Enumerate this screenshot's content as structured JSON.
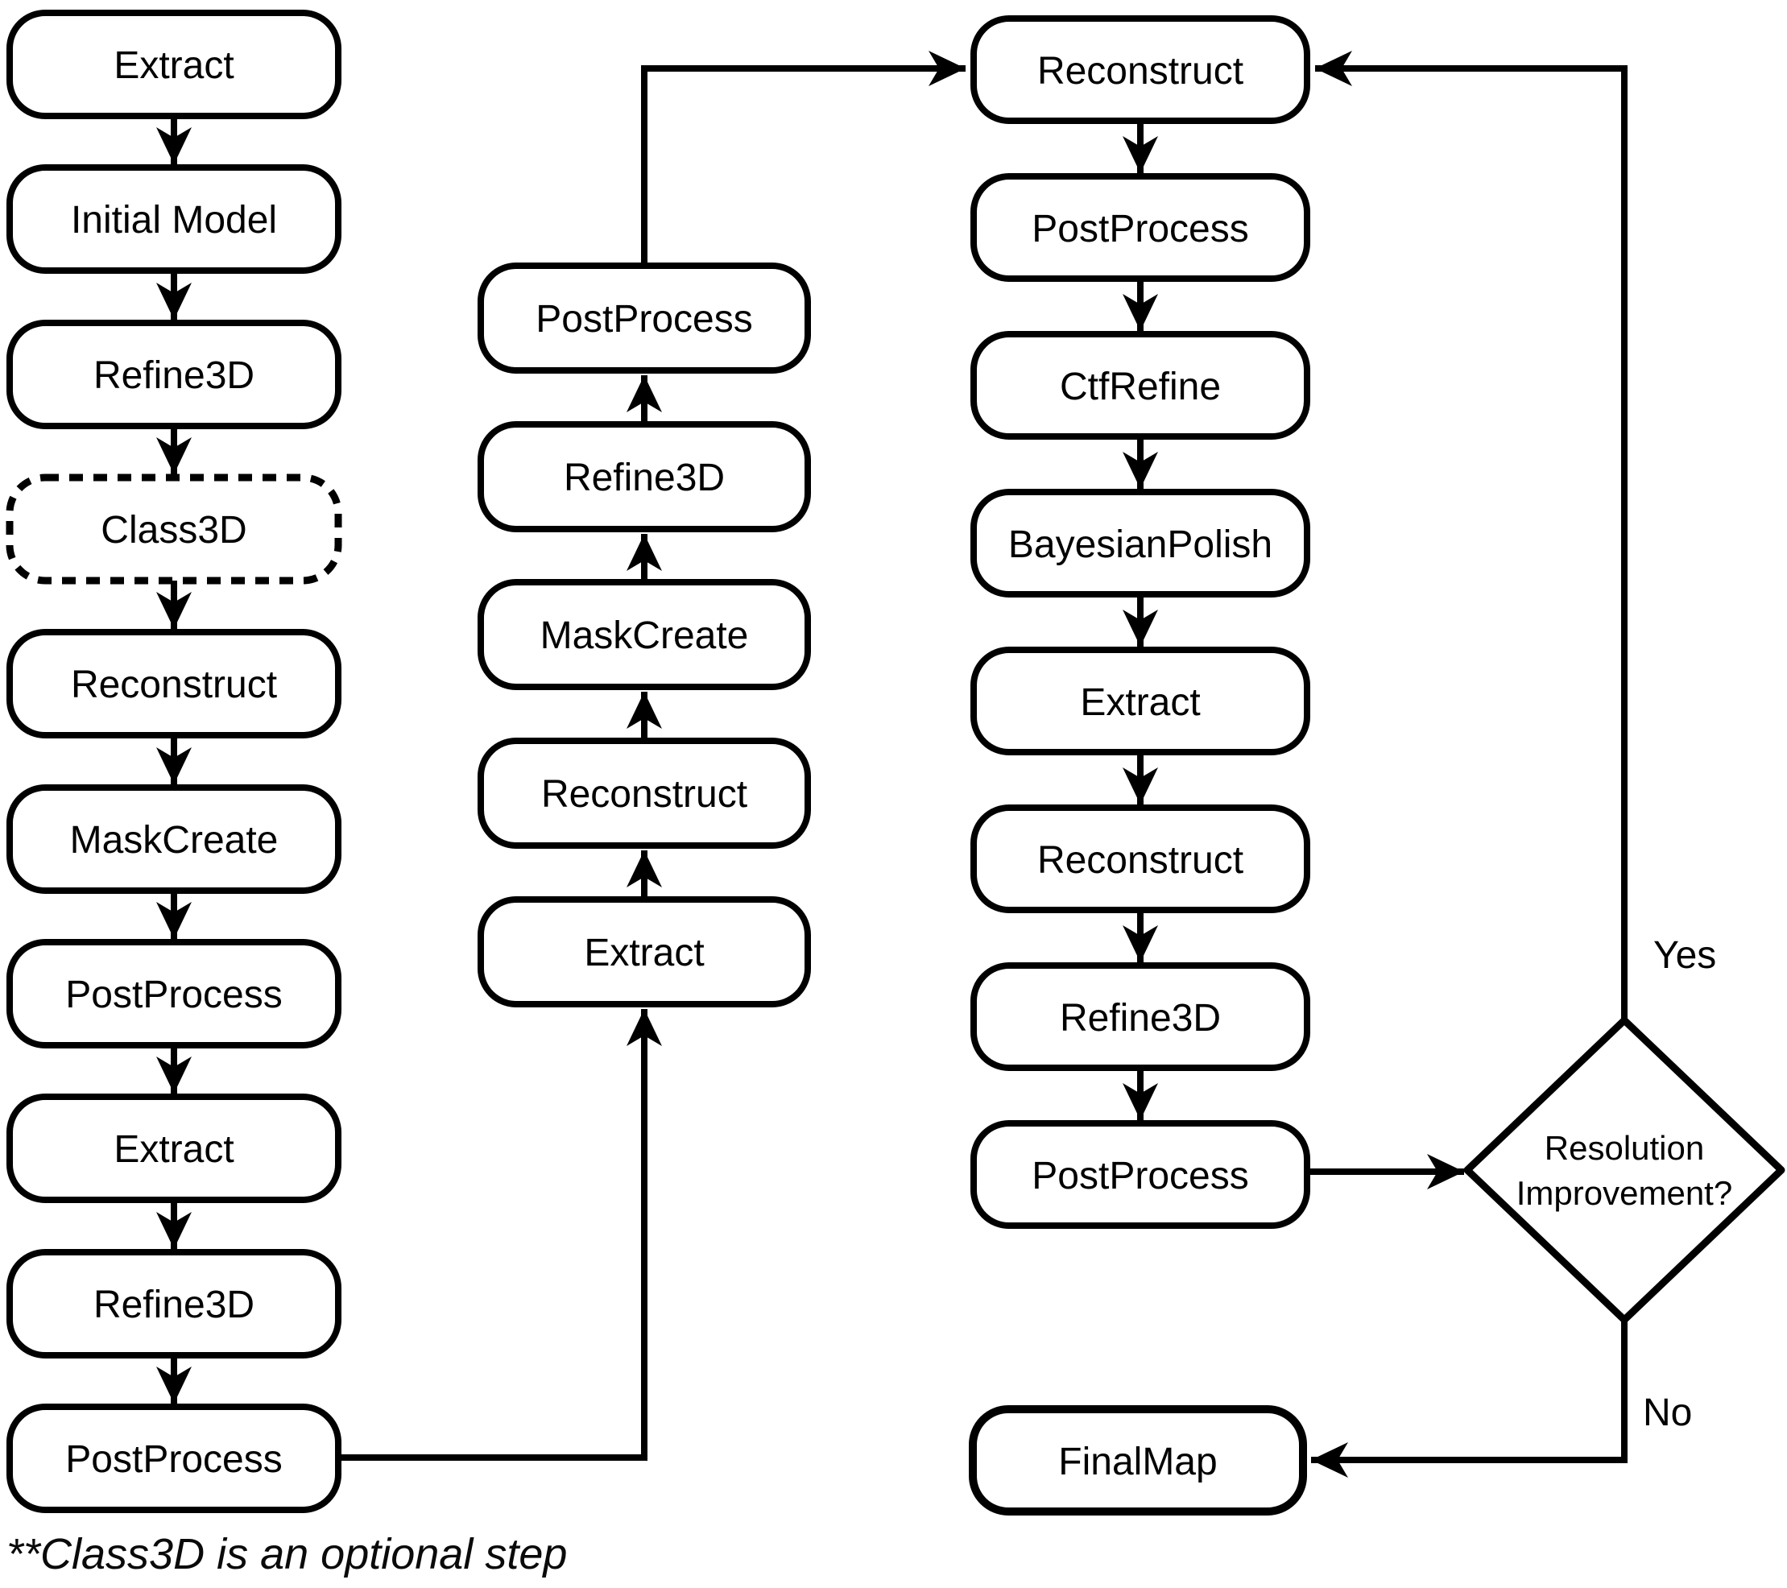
{
  "flowchart": {
    "left": [
      "Extract",
      "Initial Model",
      "Refine3D",
      "Class3D",
      "Reconstruct",
      "MaskCreate",
      "PostProcess",
      "Extract",
      "Refine3D",
      "PostProcess"
    ],
    "middle": [
      "PostProcess",
      "Refine3D",
      "MaskCreate",
      "Reconstruct",
      "Extract"
    ],
    "right": [
      "Reconstruct",
      "PostProcess",
      "CtfRefine",
      "BayesianPolish",
      "Extract",
      "Reconstruct",
      "Refine3D",
      "PostProcess"
    ],
    "decision": {
      "line1": "Resolution",
      "line2": "Improvement?"
    },
    "branch_labels": {
      "yes": "Yes",
      "no": "No"
    },
    "final": {
      "label": "FinalMap"
    },
    "footnote": "**Class3D is an optional step",
    "colors": {
      "line": "#000000",
      "box_fill": "#ffffff",
      "final_fill": "#5dc46d",
      "final_stroke": "#2e2e2e"
    }
  }
}
